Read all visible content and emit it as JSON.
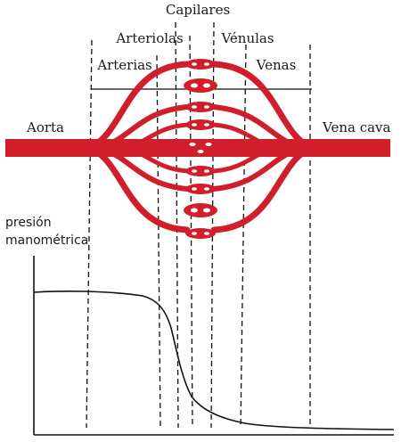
{
  "labels": {
    "capilares": "Capilares",
    "arteriolas": "Arteriolas",
    "venulas": "Vénulas",
    "arterias": "Arterias",
    "venas": "Venas",
    "aorta": "Aorta",
    "vena_cava": "Vena cava",
    "ylabel_line1": "presión",
    "ylabel_line2": "manométrica"
  },
  "colors": {
    "vessel": "#d01e2a",
    "ink": "#111111"
  }
}
